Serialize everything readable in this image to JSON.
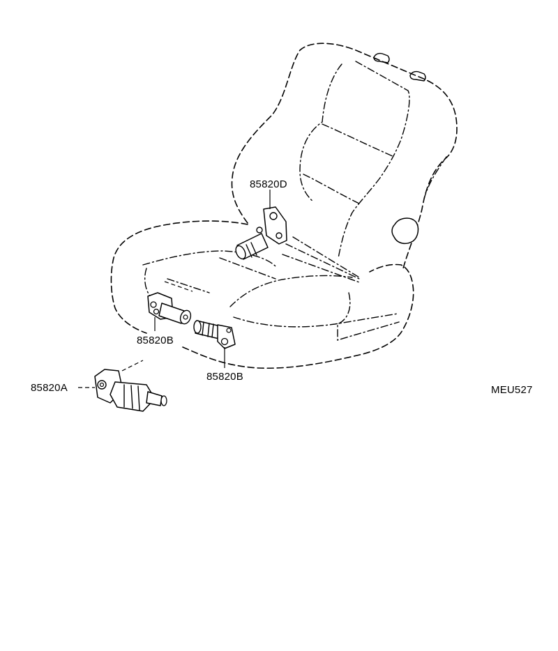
{
  "diagram": {
    "reference_code": "MEU527",
    "callouts": [
      {
        "id": "recline",
        "label": "85820D"
      },
      {
        "id": "front-vertical",
        "label": "85820B"
      },
      {
        "id": "rear-vertical",
        "label": "85820B"
      },
      {
        "id": "slide",
        "label": "85820A"
      }
    ]
  }
}
